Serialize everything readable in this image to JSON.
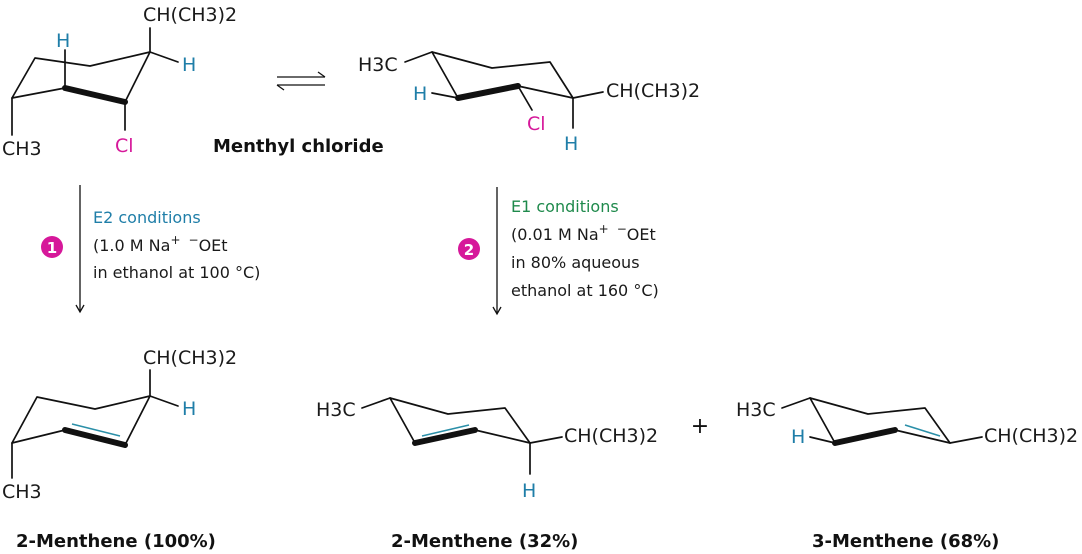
{
  "colors": {
    "hydrogen": "#1f7ea8",
    "chlorine": "#d6189a",
    "e2_label": "#1f7ea8",
    "e1_label": "#1f8a4c",
    "step_badge": "#d6189a",
    "double_bond": "#2a8fa8"
  },
  "reactant": {
    "name": "Menthyl chloride",
    "left_chair": {
      "isopropyl": "CH(CH3)2",
      "methyl": "CH3",
      "chlorine": "Cl",
      "h_axial": "H",
      "h_top": "H"
    },
    "right_chair": {
      "methyl": "H3C",
      "isopropyl": "CH(CH3)2",
      "chlorine": "Cl",
      "h_left": "H",
      "h_bottom": "H"
    }
  },
  "step1": {
    "badge": "1",
    "title": "E2 conditions",
    "line1": "(1.0 M Na",
    "charge_plus": "+",
    "charge_minus": "−",
    "reagent": "OEt",
    "line2": "in ethanol at 100 °C)"
  },
  "step2": {
    "badge": "2",
    "title": "E1 conditions",
    "line1": "(0.01 M Na",
    "charge_plus": "+",
    "charge_minus": "−",
    "reagent": "OEt",
    "line2": "in 80% aqueous",
    "line3": "ethanol at 160 °C)"
  },
  "products": [
    {
      "name": "2-Menthene (100%)",
      "isopropyl": "CH(CH3)2",
      "methyl": "CH3",
      "h": "H"
    },
    {
      "name": "2-Menthene (32%)",
      "methyl": "H3C",
      "isopropyl": "CH(CH3)2",
      "h": "H"
    },
    {
      "name": "3-Menthene (68%)",
      "methyl": "H3C",
      "isopropyl": "CH(CH3)2",
      "h": "H"
    }
  ],
  "plus_sign": "+"
}
